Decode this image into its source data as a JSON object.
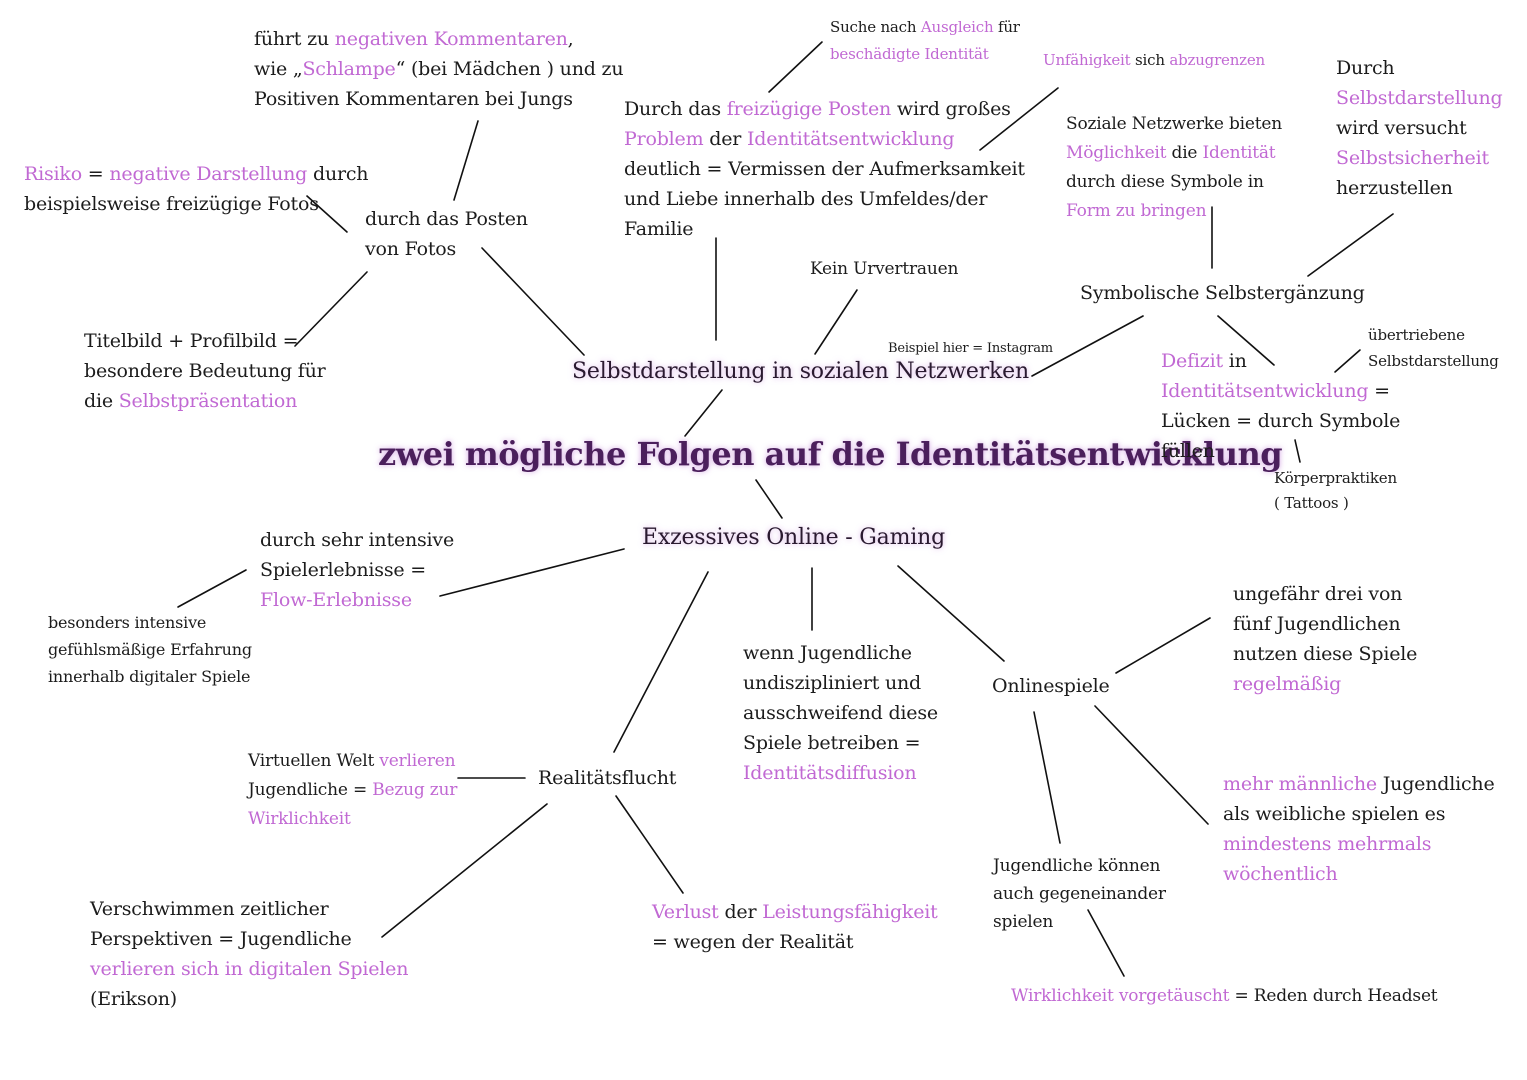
{
  "central": {
    "title": "zwei mögliche Folgen auf die Identitätsentwicklung",
    "branch_top": "Selbstdarstellung in sozialen Netzwerken",
    "branch_bottom": "Exzessives Online - Gaming"
  },
  "top": {
    "posting": [
      "durch das Posten",
      "von Fotos"
    ],
    "comments": {
      "l1": [
        {
          "t": "führt zu "
        },
        {
          "t": "negativen Kommentaren",
          "h": 1
        },
        {
          "t": ","
        }
      ],
      "l2": [
        {
          "t": "wie „"
        },
        {
          "t": "Schlampe",
          "h": 1
        },
        {
          "t": "“ (bei Mädchen ) und zu"
        }
      ],
      "l3": [
        {
          "t": "Positiven Kommentaren bei Jungs"
        }
      ]
    },
    "risk": {
      "l1": [
        {
          "t": "Risiko",
          "h": 1
        },
        {
          "t": " = "
        },
        {
          "t": "negative Darstellung",
          "h": 1
        },
        {
          "t": " durch"
        }
      ],
      "l2": [
        {
          "t": "beispielsweise freizügige Fotos"
        }
      ]
    },
    "profile": {
      "l1": [
        {
          "t": "Titelbild + Profilbild ="
        }
      ],
      "l2": [
        {
          "t": "besondere Bedeutung für"
        }
      ],
      "l3": [
        {
          "t": "die "
        },
        {
          "t": "Selbstpräsentation",
          "h": 1
        }
      ]
    },
    "ausgleich": {
      "l1": [
        {
          "t": "Suche nach "
        },
        {
          "t": "Ausgleich",
          "h": 1
        },
        {
          "t": " für"
        }
      ],
      "l2": [
        {
          "t": "beschädigte Identität",
          "h": 1
        }
      ]
    },
    "problem": {
      "l1": [
        {
          "t": "Durch das "
        },
        {
          "t": "freizügige Posten",
          "h": 1
        },
        {
          "t": " wird großes"
        }
      ],
      "l2": [
        {
          "t": "Problem",
          "h": 1
        },
        {
          "t": " der "
        },
        {
          "t": "Identitätsentwicklung",
          "h": 1
        }
      ],
      "l3": [
        {
          "t": "deutlich = Vermissen der Aufmerksamkeit"
        }
      ],
      "l4": [
        {
          "t": "und Liebe innerhalb des Umfeldes/der"
        }
      ],
      "l5": [
        {
          "t": "Familie"
        }
      ]
    },
    "urvertrauen": "Kein Urvertrauen",
    "abgrenzen": [
      {
        "t": "Unfähigkeit",
        "h": 1
      },
      {
        "t": " sich "
      },
      {
        "t": "abzugrenzen",
        "h": 1
      }
    ],
    "netzwerke": {
      "l1": [
        {
          "t": "Soziale Netzwerke bieten"
        }
      ],
      "l2": [
        {
          "t": "Möglichkeit",
          "h": 1
        },
        {
          "t": " die "
        },
        {
          "t": "Identität",
          "h": 1
        }
      ],
      "l3": [
        {
          "t": "durch diese Symbole in"
        }
      ],
      "l4": [
        {
          "t": "Form zu bringen",
          "h": 1
        }
      ]
    },
    "durch_selbst": {
      "l1": [
        {
          "t": "Durch"
        }
      ],
      "l2": [
        {
          "t": "Selbstdarstellung",
          "h": 1
        }
      ],
      "l3": [
        {
          "t": "wird versucht"
        }
      ],
      "l4": [
        {
          "t": "Selbstsicherheit",
          "h": 1
        }
      ],
      "l5": [
        {
          "t": "herzustellen"
        }
      ]
    },
    "symbolisch": "Symbolische Selbstergänzung",
    "instagram": "Beispiel hier = Instagram",
    "defizit": {
      "l1": [
        {
          "t": "Defizit",
          "h": 1
        },
        {
          "t": " in"
        }
      ],
      "l2": [
        {
          "t": "Identitätsentwicklung",
          "h": 1
        },
        {
          "t": " ="
        }
      ],
      "l3": [
        {
          "t": "Lücken = durch Symbole"
        }
      ],
      "l4": [
        {
          "t": "füllen"
        }
      ]
    },
    "uebertrieben": [
      "übertriebene",
      "Selbstdarstellung"
    ],
    "koerper": [
      "Körperpraktiken",
      "( Tattoos )"
    ]
  },
  "bottom": {
    "flow": {
      "l1": [
        {
          "t": "durch sehr intensive"
        }
      ],
      "l2": [
        {
          "t": "Spielerlebnisse ="
        }
      ],
      "l3": [
        {
          "t": "Flow-Erlebnisse",
          "h": 1
        }
      ]
    },
    "gefuehl": [
      "besonders intensive",
      "gefühlsmäßige Erfahrung",
      "innerhalb digitaler Spiele"
    ],
    "diffusion": {
      "l1": [
        {
          "t": "wenn Jugendliche"
        }
      ],
      "l2": [
        {
          "t": "undiszipliniert und"
        }
      ],
      "l3": [
        {
          "t": "ausschweifend diese"
        }
      ],
      "l4": [
        {
          "t": "Spiele betreiben ="
        }
      ],
      "l5": [
        {
          "t": "Identitätsdiffusion",
          "h": 1
        }
      ]
    },
    "onlinespiele": "Onlinespiele",
    "drei_von_fuenf": {
      "l1": [
        {
          "t": "ungefähr drei von"
        }
      ],
      "l2": [
        {
          "t": "fünf Jugendlichen"
        }
      ],
      "l3": [
        {
          "t": "nutzen diese Spiele"
        }
      ],
      "l4": [
        {
          "t": "regelmäßig",
          "h": 1
        }
      ]
    },
    "maennlich": {
      "l1": [
        {
          "t": "mehr männliche",
          "h": 1
        },
        {
          "t": " Jugendliche"
        }
      ],
      "l2": [
        {
          "t": "als weibliche spielen es"
        }
      ],
      "l3": [
        {
          "t": "mindestens mehrmals",
          "h": 1
        }
      ],
      "l4": [
        {
          "t": "wöchentlich",
          "h": 1
        }
      ]
    },
    "gegeneinander": [
      "Jugendliche können",
      "auch gegeneinander",
      "spielen"
    ],
    "headset": [
      {
        "t": "Wirklichkeit vorgetäuscht",
        "h": 1
      },
      {
        "t": " = Reden durch Headset"
      }
    ],
    "realitaetsflucht": "Realitätsflucht",
    "virtuell": {
      "l1": [
        {
          "t": "Virtuellen Welt "
        },
        {
          "t": "verlieren",
          "h": 1
        }
      ],
      "l2": [
        {
          "t": "Jugendliche = "
        },
        {
          "t": "Bezug zur",
          "h": 1
        }
      ],
      "l3": [
        {
          "t": "Wirklichkeit",
          "h": 1
        }
      ]
    },
    "leistung": {
      "l1": [
        {
          "t": "Verlust",
          "h": 1
        },
        {
          "t": " der "
        },
        {
          "t": "Leistungsfähigkeit",
          "h": 1
        }
      ],
      "l2": [
        {
          "t": "= wegen der Realität"
        }
      ]
    },
    "erikson": {
      "l1": [
        {
          "t": "Verschwimmen zeitlicher"
        }
      ],
      "l2": [
        {
          "t": "Perspektiven = Jugendliche"
        }
      ],
      "l3": [
        {
          "t": "verlieren sich in digitalen Spielen",
          "h": 1
        }
      ],
      "l4": [
        {
          "t": "(Erikson)"
        }
      ]
    }
  },
  "colors": {
    "highlight": "#c169d3",
    "text": "#1c1c1c",
    "title": "#4b1f5c",
    "line": "#111111"
  }
}
